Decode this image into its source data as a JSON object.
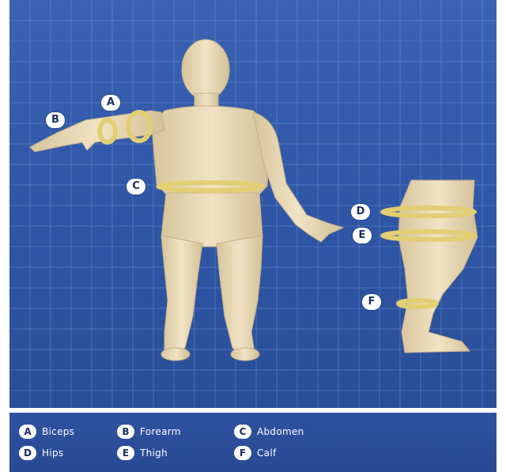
{
  "figure": {
    "callouts": {
      "a": "A",
      "b": "B",
      "c": "C",
      "d": "D",
      "e": "E",
      "f": "F"
    }
  },
  "legend": {
    "items": [
      {
        "letter": "A",
        "label": "Biceps"
      },
      {
        "letter": "B",
        "label": "Forearm"
      },
      {
        "letter": "C",
        "label": "Abdomen"
      },
      {
        "letter": "D",
        "label": "Hips"
      },
      {
        "letter": "E",
        "label": "Thigh"
      },
      {
        "letter": "F",
        "label": "Calf"
      }
    ]
  },
  "colors": {
    "background": "#2f56a5",
    "grid": "#6f95d8",
    "skin": "#e9d9b6",
    "tape": "#e2cf74",
    "badge": "#ffffff"
  }
}
